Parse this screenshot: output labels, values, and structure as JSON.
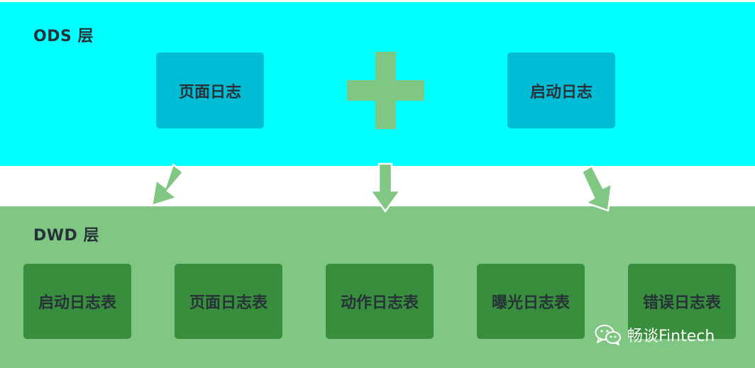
{
  "ods_layer": {
    "label": "ODS 层",
    "boxes": [
      "页面日志",
      "启动日志"
    ]
  },
  "dwd_layer": {
    "label": "DWD 层",
    "boxes": [
      "启动日志表",
      "页面日志表",
      "动作日志表",
      "曝光日志表",
      "错误日志表"
    ]
  },
  "watermark": {
    "icon": "wechat-icon",
    "text": "畅谈Fintech"
  },
  "colors": {
    "ods_band": "#00ffff",
    "ods_box": "#00bcd4",
    "dwd_band": "#81c784",
    "dwd_box": "#388e3c",
    "connector": "#81c784"
  }
}
